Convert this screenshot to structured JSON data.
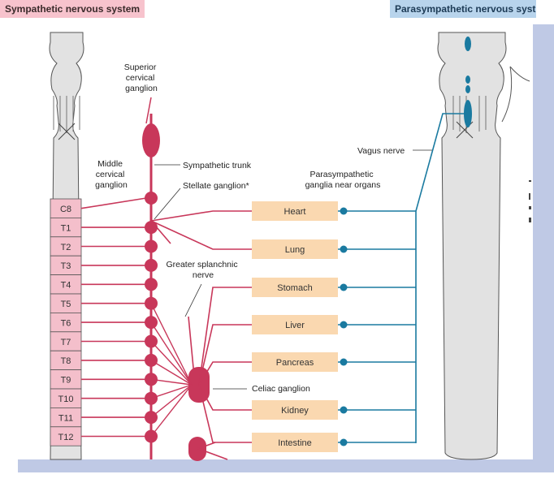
{
  "header": {
    "sympathetic": "Sympathetic nervous system",
    "parasympathetic": "Parasympathetic nervous syst"
  },
  "labels": {
    "superior_cervical_ganglion": [
      "Superior",
      "cervical",
      "ganglion"
    ],
    "middle_cervical_ganglion": [
      "Middle",
      "cervical",
      "ganglion"
    ],
    "sympathetic_trunk": "Sympathetic trunk",
    "stellate_ganglion": "Stellate ganglion*",
    "greater_splanchnic_nerve": [
      "Greater splanchnic",
      "nerve"
    ],
    "celiac_ganglion": "Celiac ganglion",
    "vagus_nerve": "Vagus nerve",
    "parasympathetic_ganglia": [
      "Parasympathetic",
      "ganglia near organs"
    ]
  },
  "segments": [
    "C8",
    "T1",
    "T2",
    "T3",
    "T4",
    "T5",
    "T6",
    "T7",
    "T8",
    "T9",
    "T10",
    "T11",
    "T12"
  ],
  "organs": [
    "Heart",
    "Lung",
    "Stomach",
    "Liver",
    "Pancreas",
    "Kidney",
    "Intestine"
  ],
  "colors": {
    "sympathetic": "#c8375a",
    "parasympathetic": "#1a7aa0",
    "segment_fill": "#f4bfcb",
    "organ_fill": "#fad8b0",
    "cord_fill": "#e2e2e2",
    "shadow": "#a9b7dc"
  }
}
